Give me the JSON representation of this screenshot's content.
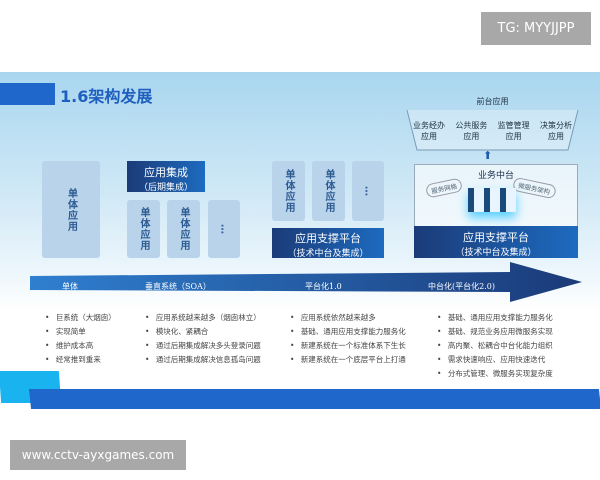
{
  "watermarks": {
    "top": "TG: MYYJJPP",
    "bottom": "www.cctv-ayxgames.com"
  },
  "title": "1.6架构发展",
  "stage1": {
    "box": "单体应用"
  },
  "stage2": {
    "header": "应用集成",
    "sub": "（后期集成）",
    "boxes": [
      "单体应用",
      "单体应用",
      "…"
    ]
  },
  "stage3": {
    "boxes": [
      "单体应用",
      "单体应用",
      "…"
    ],
    "platform": "应用支撑平台",
    "platform_sub": "（技术中台及集成）"
  },
  "stage4": {
    "front_title": "前台应用",
    "front_apps": [
      "业务经办应用",
      "公共服务应用",
      "监管管理应用",
      "决策分析应用"
    ],
    "middle_title": "业务中台",
    "tag_left": "服务网格",
    "tag_right": "微服务架构",
    "platform": "应用支撑平台",
    "platform_sub": "（技术中台及集成）"
  },
  "timeline": [
    "单体",
    "垂直系统（SOA）",
    "平台化1.0",
    "中台化(平台化2.0)"
  ],
  "bullets": [
    [
      "巨系统（大烟囱）",
      "实现简单",
      "维护成本高",
      "经常推到重来"
    ],
    [
      "应用系统越来越多（烟囱林立）",
      "模块化、紧耦合",
      "通过后期集成解决多头登录问题",
      "通过后期集成解决信息孤岛问题"
    ],
    [
      "应用系统依然越来越多",
      "基础、通用应用支撑能力服务化",
      "新建系统在一个标准体系下生长",
      "新建系统在一个底层平台上打通"
    ],
    [
      "基础、通用应用支撑能力服务化",
      "基础、规范业务应用微服务实现",
      "高内聚、松耦合中台化能力组织",
      "需求快速响应、应用快速迭代",
      "分布式管理、微服务实现复杂度"
    ]
  ],
  "colors": {
    "accent": "#1f66cc",
    "dark": "#1b3b78",
    "light_box": "#b9d3ea"
  }
}
